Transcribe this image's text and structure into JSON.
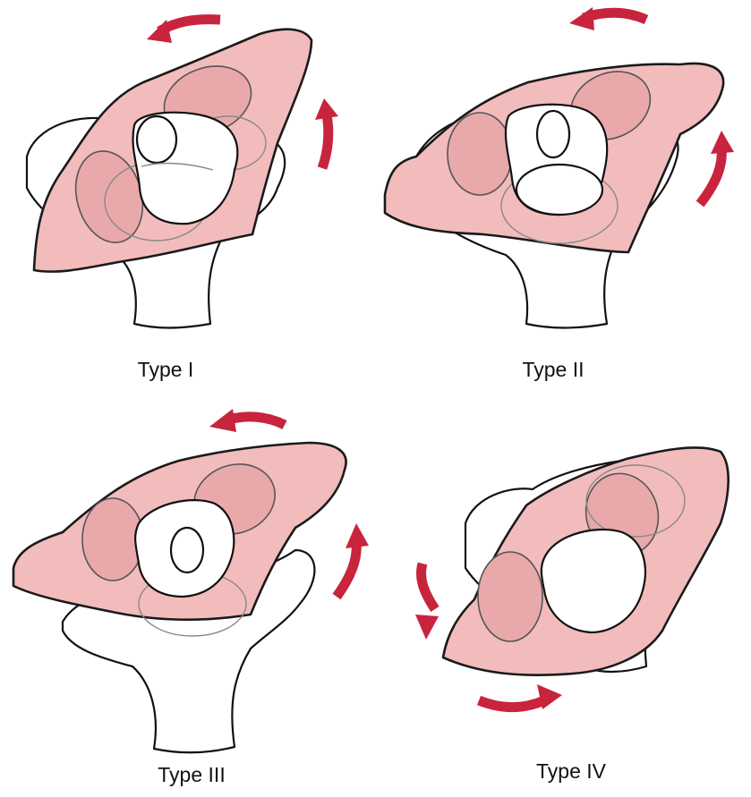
{
  "figure": {
    "panels": [
      {
        "label": "Type I"
      },
      {
        "label": "Type II"
      },
      {
        "label": "Type III"
      },
      {
        "label": "Type IV"
      }
    ],
    "colors": {
      "atlas_fill": "#f2bcbc",
      "facet_fill": "#e9a9aa",
      "arrow": "#c8243d",
      "outline": "#1a1a1a"
    }
  }
}
